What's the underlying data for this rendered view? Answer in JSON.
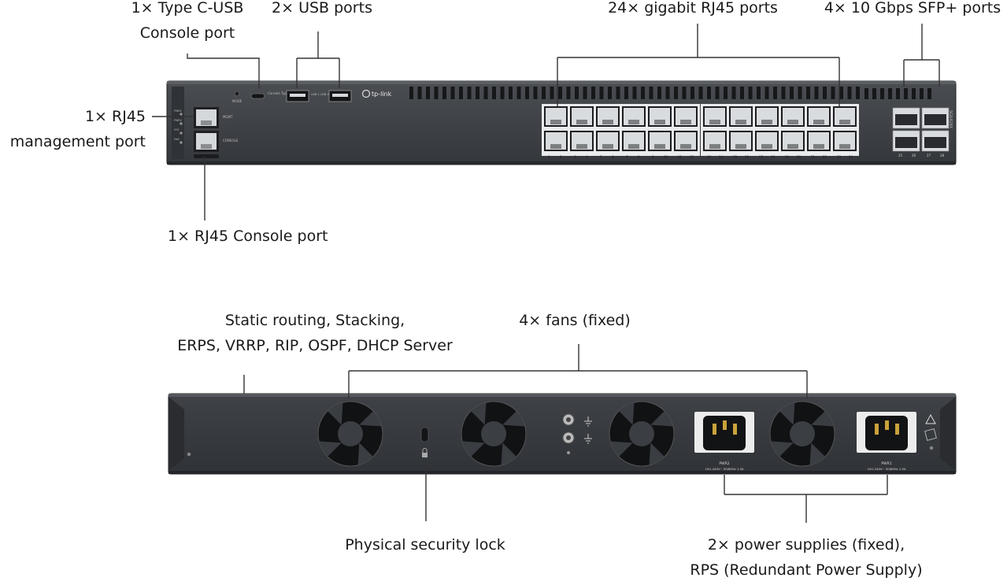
{
  "front": {
    "labels": {
      "typec": [
        "1× Type C-USB",
        "Console port"
      ],
      "usb": "2× USB ports",
      "rj45_gigabit": "24× gigabit RJ45 ports",
      "sfp": "4× 10 Gbps SFP+ ports",
      "mgmt": [
        "1× RJ45",
        "management port"
      ],
      "console": "1× RJ45 Console port"
    },
    "panel_text": {
      "brand": "tp-link",
      "model": "SG6428X",
      "console_typec": "Console Type-C",
      "usb_text": "USB 1 USB 2",
      "mode": "MODE",
      "mgmt_port": "MGMT",
      "console_port": "CONSOLE",
      "led_labels": [
        "PWR1",
        "PWR2",
        "SYS",
        "FAN"
      ],
      "port_numbers": [
        "1",
        "2",
        "3",
        "4",
        "5",
        "6",
        "7",
        "8",
        "9",
        "10",
        "11",
        "12",
        "13",
        "14",
        "15",
        "16",
        "17",
        "18",
        "19",
        "20",
        "21",
        "22",
        "23",
        "24"
      ],
      "sfp_numbers": [
        "25",
        "26",
        "27",
        "28"
      ]
    }
  },
  "back": {
    "labels": {
      "features": [
        "Static routing, Stacking,",
        "ERPS, VRRP, RIP, OSPF, DHCP Server"
      ],
      "fans": "4× fans (fixed)",
      "lock": "Physical security lock",
      "power": [
        "2× power supplies (fixed),",
        "RPS (Redundant Power Supply)"
      ]
    },
    "panel_text": {
      "pwr2": [
        "PWR2",
        "100–240V~ 50/60Hz 1.5A"
      ],
      "pwr1": [
        "PWR1",
        "100–240V~ 50/60Hz 1.5A"
      ]
    }
  },
  "colors": {
    "chassis": "#3c3f44",
    "chassis_edge": "#2a2c30",
    "port_face": "#d9dcdf",
    "line": "#333333"
  },
  "icons": [
    "usb-c-icon",
    "usb-port-icon",
    "rj45-port-icon",
    "sfp-cage-icon",
    "fan-icon",
    "lock-icon",
    "power-socket-icon",
    "warning-icon",
    "ground-icon"
  ]
}
